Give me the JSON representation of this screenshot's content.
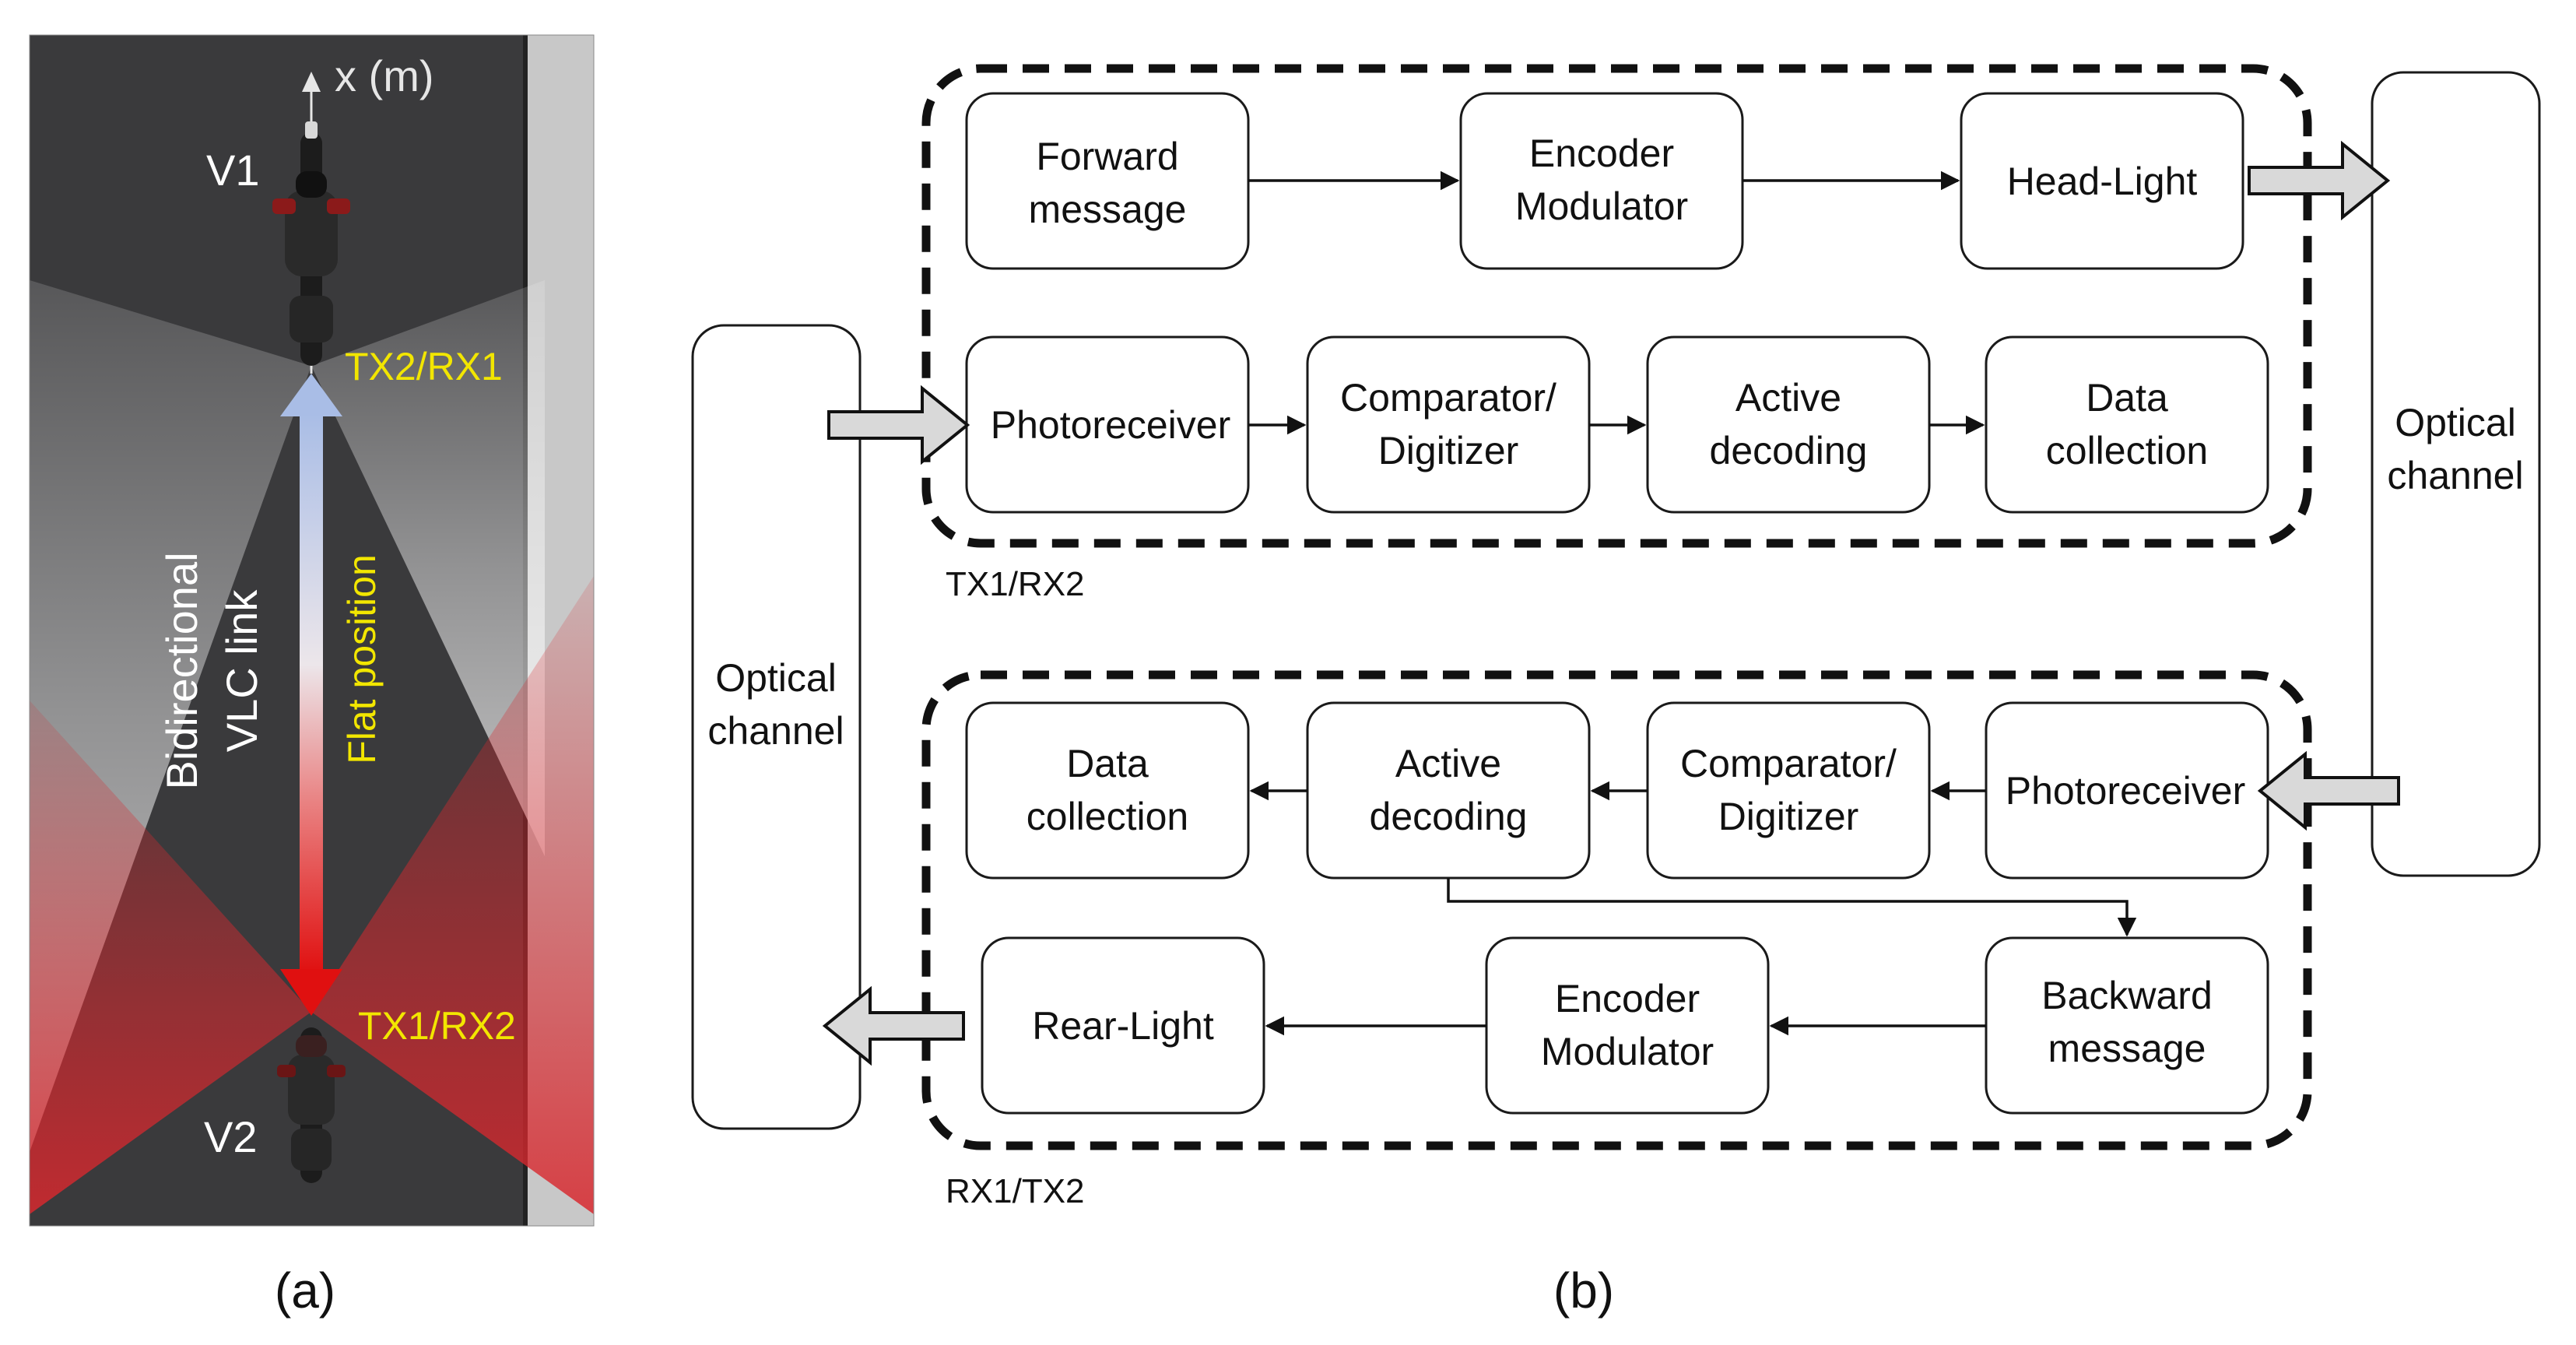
{
  "panel_a": {
    "axis_label": "x (m)",
    "v1": "V1",
    "v2": "V2",
    "tx2_rx1": "TX2/RX1",
    "tx1_rx2": "TX1/RX2",
    "link_line1": "Bidirectional",
    "link_line2": "VLC link",
    "flat_position": "Flat position",
    "caption": "(a)",
    "colors": {
      "road": "#3a3a3c",
      "sidewalk": "#c8c8c8",
      "yellow_label": "#f2e600",
      "beam_red": "#c0282b"
    }
  },
  "panel_b": {
    "caption": "(b)",
    "tx_group_label": "TX1/RX2",
    "rx_group_label": "RX1/TX2",
    "left_channel": [
      "Optical",
      "channel"
    ],
    "right_channel": [
      "Optical",
      "channel"
    ],
    "tx_row1": [
      [
        "Forward",
        "message"
      ],
      [
        "Encoder",
        "Modulator"
      ],
      [
        "Head-Light"
      ]
    ],
    "tx_row2": [
      [
        "Photoreceiver"
      ],
      [
        "Comparator/",
        "Digitizer"
      ],
      [
        "Active",
        "decoding"
      ],
      [
        "Data",
        "collection"
      ]
    ],
    "rx_row1": [
      [
        "Data",
        "collection"
      ],
      [
        "Active",
        "decoding"
      ],
      [
        "Comparator/",
        "Digitizer"
      ],
      [
        "Photoreceiver"
      ]
    ],
    "rx_row2": [
      [
        "Rear-Light"
      ],
      [
        "Encoder",
        "Modulator"
      ],
      [
        "Backward",
        "message"
      ]
    ]
  }
}
